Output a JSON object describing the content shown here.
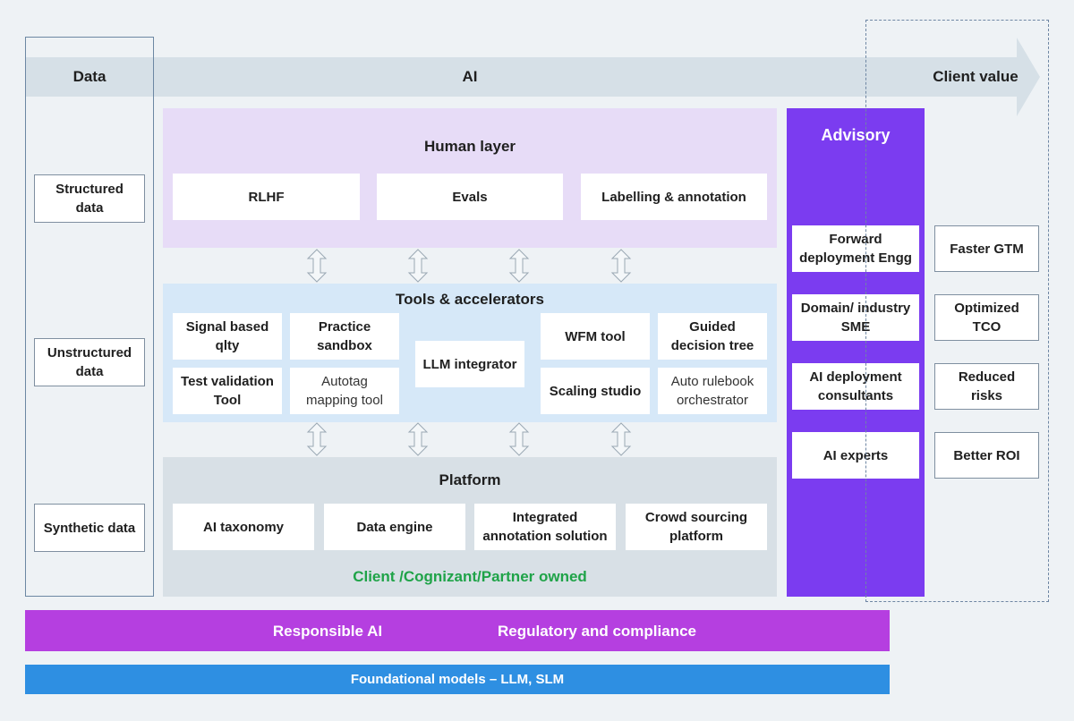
{
  "flow": {
    "data_label": "Data",
    "ai_label": "AI",
    "client_value_label": "Client value"
  },
  "data_column": {
    "items": [
      "Structured\ndata",
      "Unstructured\ndata",
      "Synthetic data"
    ]
  },
  "human_layer": {
    "title": "Human layer",
    "items": [
      "RLHF",
      "Evals",
      "Labelling & annotation"
    ]
  },
  "tools": {
    "title": "Tools & accelerators",
    "signal": "Signal based\nqlty",
    "practice": "Practice\nsandbox",
    "test_validation": "Test validation\nTool",
    "autotag": "Autotag\nmapping tool",
    "llm_integrator": "LLM integrator",
    "wfm": "WFM tool",
    "guided": "Guided\ndecision tree",
    "scaling": "Scaling studio",
    "auto_rulebook": "Auto rulebook\norchestrator"
  },
  "platform": {
    "title": "Platform",
    "items": [
      "AI taxonomy",
      "Data engine",
      "Integrated\nannotation solution",
      "Crowd sourcing\nplatform"
    ],
    "ownership": "Client /Cognizant/Partner owned"
  },
  "advisory": {
    "title": "Advisory",
    "items": [
      "Forward\ndeployment Engg",
      "Domain/ industry\nSME",
      "AI deployment\nconsultants",
      "AI experts"
    ]
  },
  "client_value": {
    "items": [
      "Faster GTM",
      "Optimized\nTCO",
      "Reduced\nrisks",
      "Better ROI"
    ]
  },
  "responsible_bar": {
    "left": "Responsible AI",
    "right": "Regulatory and compliance"
  },
  "foundation_bar": {
    "label": "Foundational models – LLM, SLM"
  },
  "colors": {
    "human_layer": "#e7dcf7",
    "tools": "#d6e8f8",
    "platform": "#d8e0e6",
    "advisory": "#7b3cf0",
    "responsible": "#b53fe0",
    "foundation": "#2e8fe2",
    "ownership_text": "#1fa348"
  }
}
